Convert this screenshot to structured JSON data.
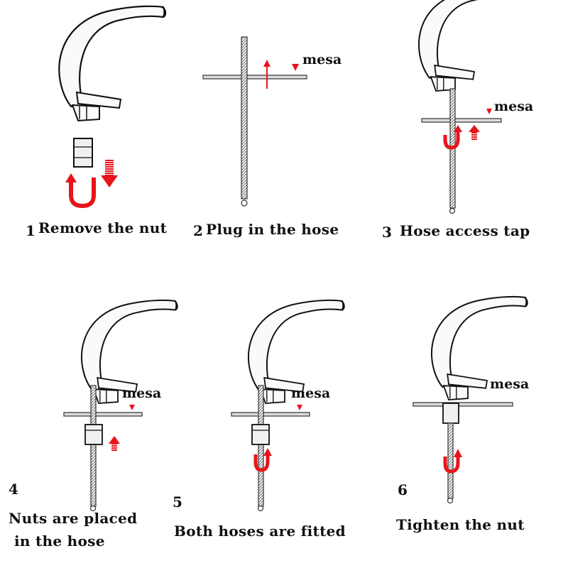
{
  "colors": {
    "ink": "#111111",
    "arrow": "#e8141b",
    "pipe": "#dcdcdc",
    "body": "#fafafa"
  },
  "table_label": "mesa",
  "steps": [
    {
      "number": "1",
      "caption": "Remove the nut"
    },
    {
      "number": "2",
      "caption": "Plug in the hose"
    },
    {
      "number": "3",
      "caption": "Hose access tap"
    },
    {
      "number": "4",
      "caption_line1": "Nuts are placed",
      "caption_line2": "in the hose"
    },
    {
      "number": "5",
      "caption": "Both hoses are fitted"
    },
    {
      "number": "6",
      "caption": "Tighten the nut"
    }
  ]
}
